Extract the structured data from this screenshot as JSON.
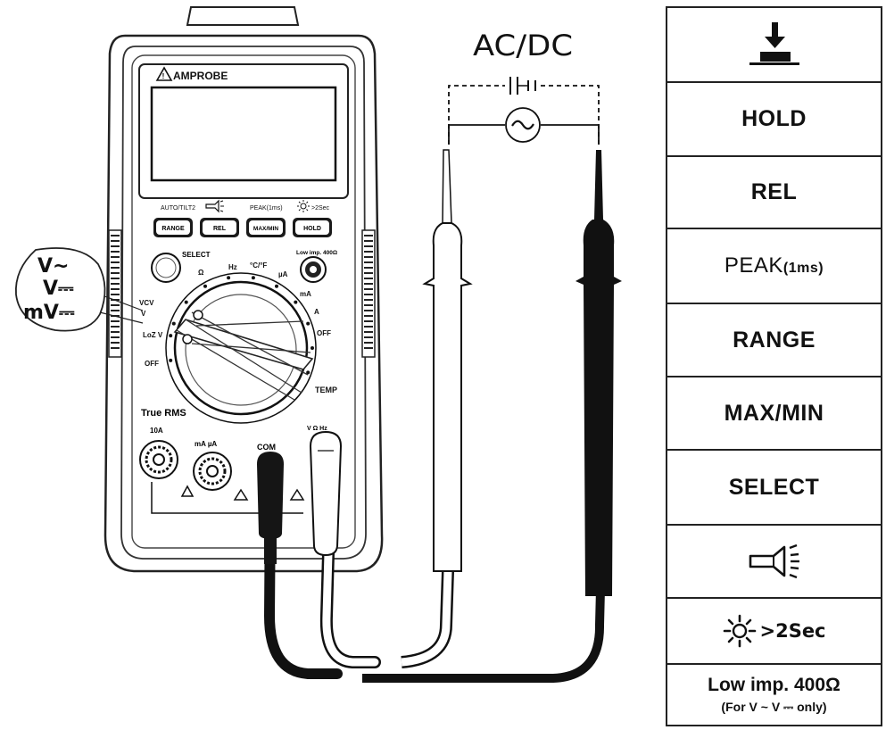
{
  "meter": {
    "brand": "AMPROBE",
    "model_text": "True RMS",
    "button_captions": [
      "AUTO/TILT2",
      "",
      "PEAK(1ms)",
      ">2Sec"
    ],
    "button_labels": [
      "RANGE",
      "REL",
      "MAX/MIN",
      "HOLD"
    ],
    "select_label": "SELECT",
    "low_imp_label": "Low imp. 400Ω",
    "dial": {
      "left_labels": [
        "VCV",
        "V",
        "LoZ V",
        "OFF"
      ],
      "top_labels": [
        "Ω",
        "Hz",
        "°C/°F",
        "µA"
      ],
      "right_labels": [
        "mA",
        "A",
        "OFF"
      ],
      "temp_label": "TEMP"
    },
    "jacks": {
      "amp_label": "10A",
      "milliamp_label": "mA µA",
      "com_label": "COM",
      "volt_label": "V Ω Hz"
    },
    "callout_lines": [
      "V~",
      "V⎓",
      "mV⎓"
    ]
  },
  "probe_circuit": {
    "label": "AC/DC",
    "ac_symbol": "~"
  },
  "function_table": {
    "rows": [
      {
        "type": "icon",
        "icon": "download-to-tray-icon",
        "text": ""
      },
      {
        "type": "text",
        "text": "HOLD"
      },
      {
        "type": "text",
        "text": "REL"
      },
      {
        "type": "peak",
        "text": "PEAK",
        "sub": "(1ms)"
      },
      {
        "type": "text",
        "text": "RANGE"
      },
      {
        "type": "text",
        "text": "MAX/MIN"
      },
      {
        "type": "text",
        "text": "SELECT"
      },
      {
        "type": "icon",
        "icon": "flashlight-icon",
        "text": ""
      },
      {
        "type": "backlight",
        "icon": "sun-icon",
        "text": ">2Sec"
      },
      {
        "type": "lowimp",
        "text": "Low imp. 400Ω",
        "sub": "(For V ~ V ⎓ only)"
      }
    ]
  }
}
